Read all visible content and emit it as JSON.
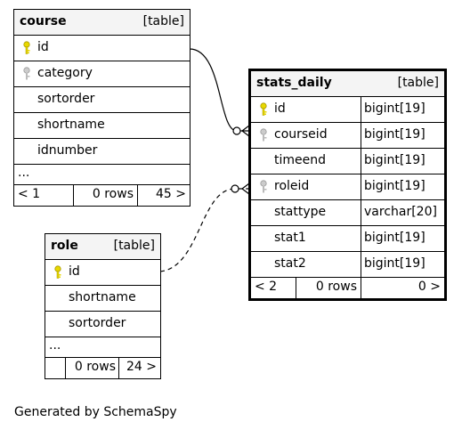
{
  "tables": {
    "course": {
      "name": "course",
      "kind": "[table]",
      "columns": [
        {
          "name": "id",
          "key": "primary"
        },
        {
          "name": "category",
          "key": "foreign"
        },
        {
          "name": "sortorder",
          "key": ""
        },
        {
          "name": "shortname",
          "key": ""
        },
        {
          "name": "idnumber",
          "key": ""
        }
      ],
      "ellipsis": "...",
      "footer": {
        "left": "< 1",
        "mid": "0 rows",
        "right": "45 >"
      }
    },
    "role": {
      "name": "role",
      "kind": "[table]",
      "columns": [
        {
          "name": "id",
          "key": "primary"
        },
        {
          "name": "shortname",
          "key": ""
        },
        {
          "name": "sortorder",
          "key": ""
        }
      ],
      "ellipsis": "...",
      "footer": {
        "left": "",
        "mid": "0 rows",
        "right": "24 >"
      }
    },
    "stats_daily": {
      "name": "stats_daily",
      "kind": "[table]",
      "columns": [
        {
          "name": "id",
          "type": "bigint[19]",
          "key": "primary"
        },
        {
          "name": "courseid",
          "type": "bigint[19]",
          "key": "foreign"
        },
        {
          "name": "timeend",
          "type": "bigint[19]",
          "key": ""
        },
        {
          "name": "roleid",
          "type": "bigint[19]",
          "key": "foreign"
        },
        {
          "name": "stattype",
          "type": "varchar[20]",
          "key": ""
        },
        {
          "name": "stat1",
          "type": "bigint[19]",
          "key": ""
        },
        {
          "name": "stat2",
          "type": "bigint[19]",
          "key": ""
        }
      ],
      "footer": {
        "left": "< 2",
        "mid": "0 rows",
        "right": "0 >"
      }
    }
  },
  "colors": {
    "primary_key": "#e8d800",
    "foreign_key": "#aaaaaa",
    "header_bg": "#f4f4f4"
  },
  "icons": {
    "primary": "key-icon",
    "foreign": "key-icon"
  },
  "footer_text": "Generated by SchemaSpy"
}
